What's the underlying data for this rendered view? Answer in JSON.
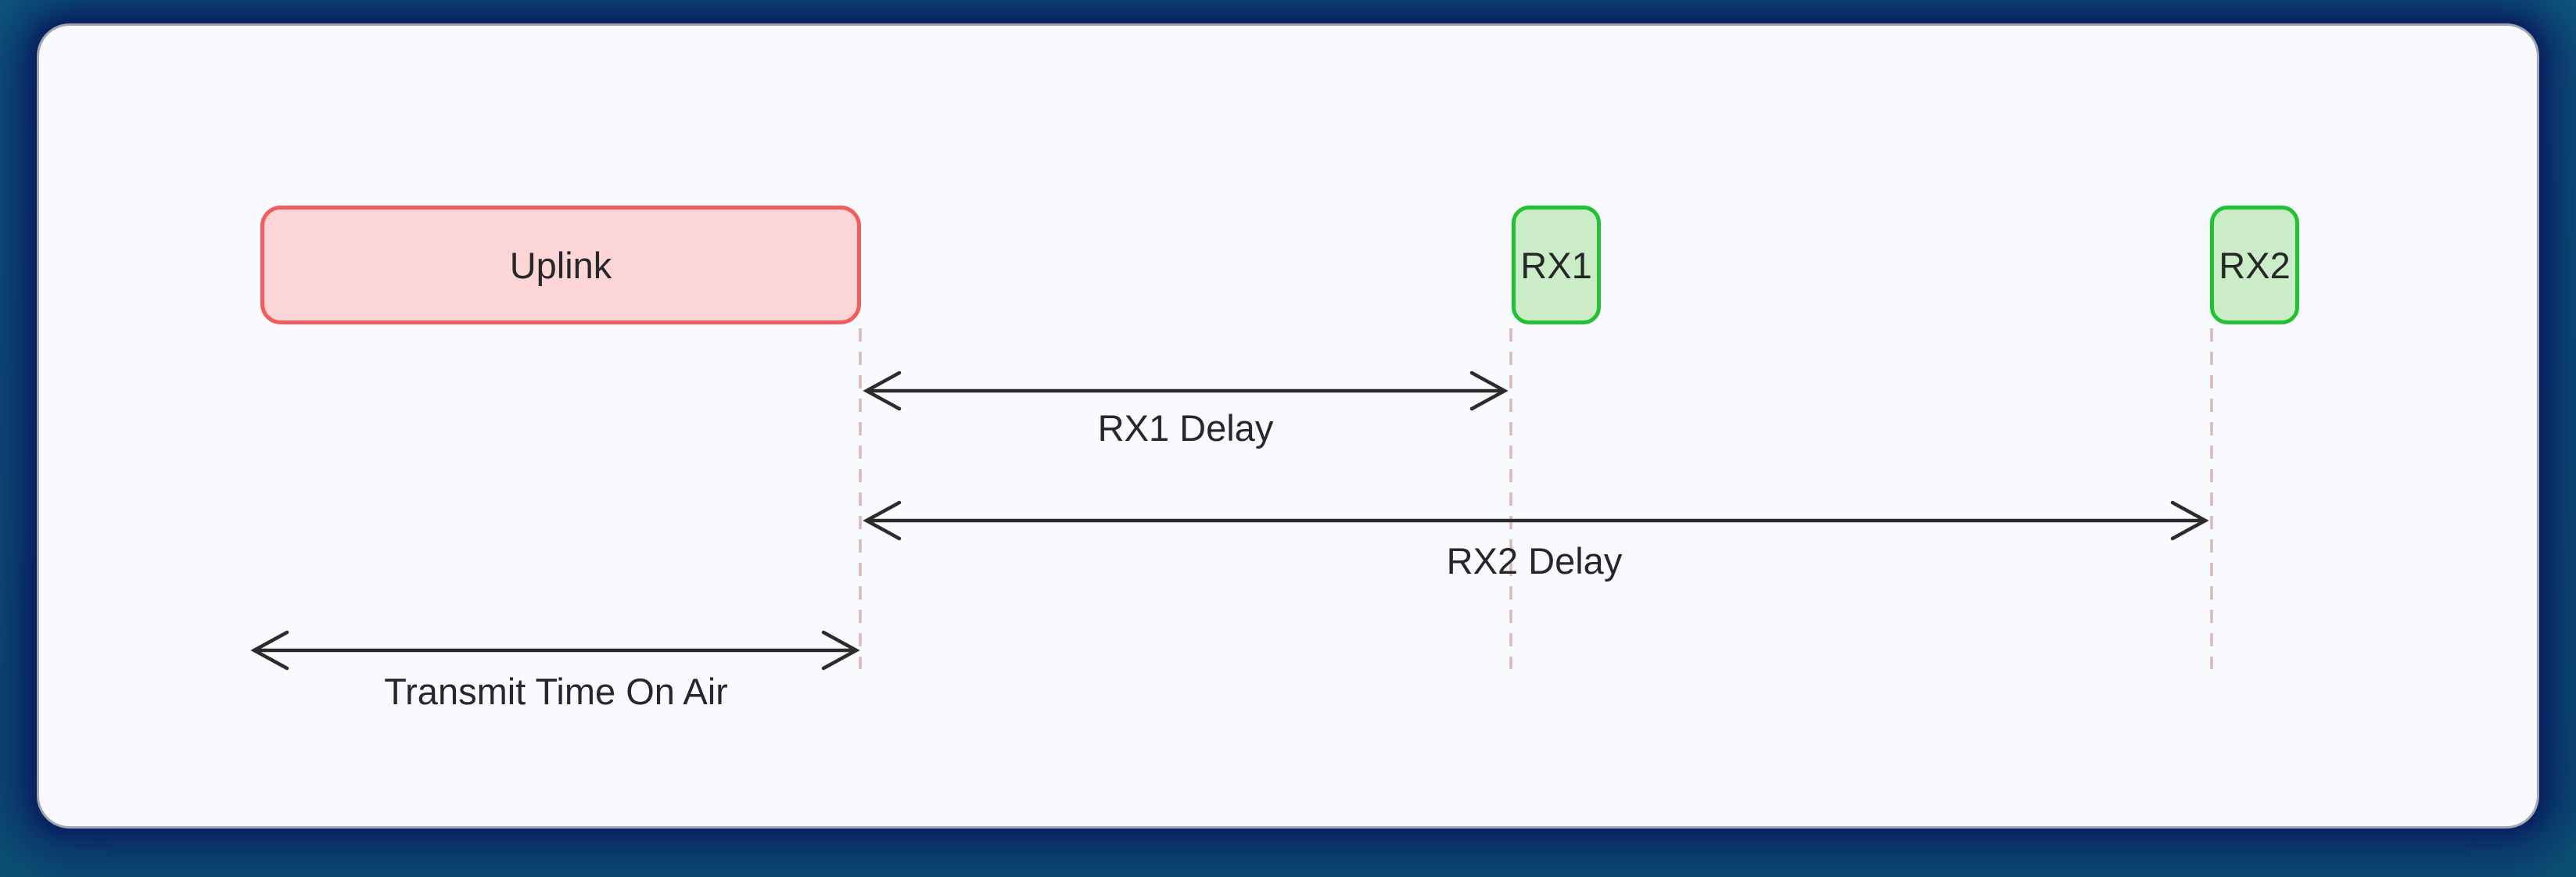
{
  "diagram": {
    "type": "timing-diagram",
    "nodes": {
      "uplink": {
        "label": "Uplink"
      },
      "rx1": {
        "label": "RX1"
      },
      "rx2": {
        "label": "RX2"
      }
    },
    "measurements": {
      "rx1_delay": {
        "label": "RX1 Delay"
      },
      "rx2_delay": {
        "label": "RX2 Delay"
      },
      "transmit_time": {
        "label": "Transmit Time On Air"
      }
    },
    "colors": {
      "page_background": "#0e557a",
      "panel_background": "#f8fafd",
      "panel_shadow": "#0a2162",
      "panel_border": "#a2a6b2",
      "uplink_fill": "#fcd6d6",
      "uplink_border": "#f25c5c",
      "rx_fill": "#caecc7",
      "rx_border": "#22c131",
      "dashed_line": "#ddb6ba",
      "arrow": "#2b2b2b",
      "text": "#27272a"
    }
  }
}
